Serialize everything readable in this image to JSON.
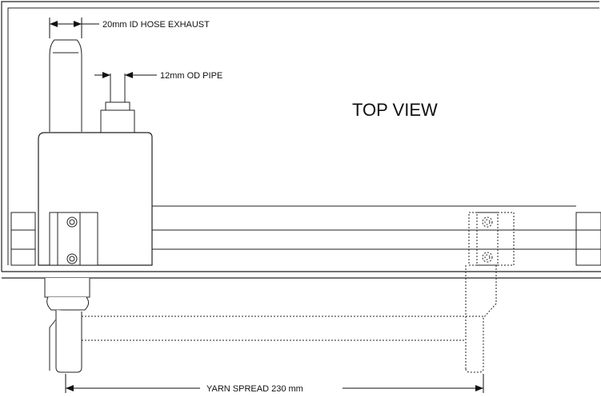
{
  "drawing": {
    "view_title": "TOP VIEW",
    "labels": {
      "hose_exhaust": "20mm ID HOSE EXHAUST",
      "od_pipe": "12mm OD PIPE",
      "yarn_spread": "YARN SPREAD 230 mm"
    }
  }
}
